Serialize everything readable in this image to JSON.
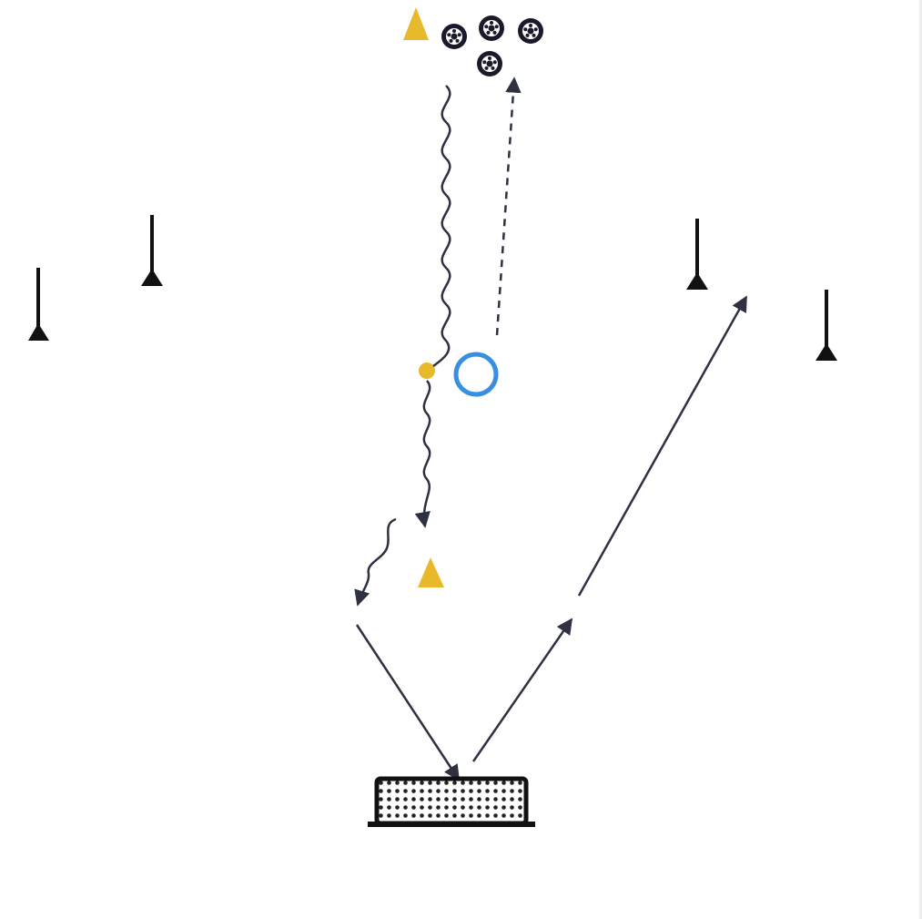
{
  "colors": {
    "background": "#ffffff",
    "arrow": "#2d3142",
    "cone": "#e8b92a",
    "pole": "#111111",
    "player_ring": "#3a8ee0",
    "ball": "#1a1a2a",
    "goal": "#111111"
  },
  "diagram": {
    "icons": [
      "cone-icon",
      "ball-icon",
      "pole-icon",
      "player-icon",
      "goal-icon"
    ],
    "cone_count": 3,
    "ball_count": 4,
    "pole_count": 4,
    "player_count": 1,
    "goal_count": 1
  }
}
